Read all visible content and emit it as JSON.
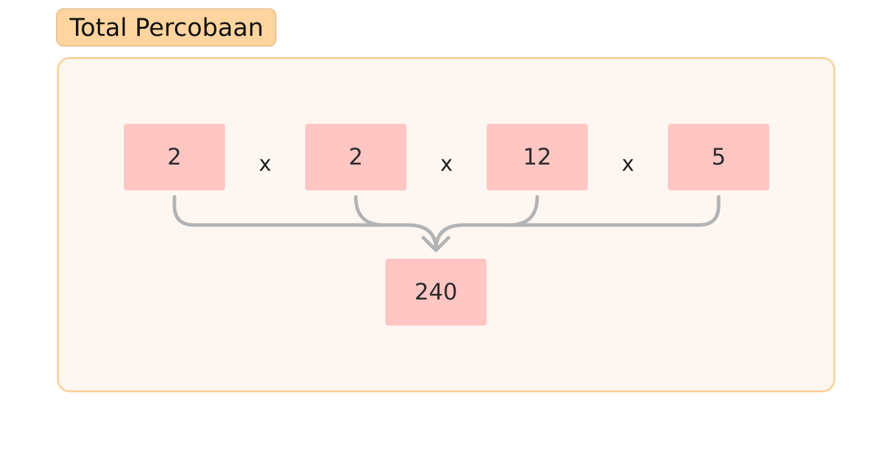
{
  "title": "Total Percobaan",
  "factors": [
    "2",
    "2",
    "12",
    "5"
  ],
  "operators": [
    "x",
    "x",
    "x"
  ],
  "result": "240",
  "colors": {
    "title_fill": "#FFD49E",
    "panel_fill": "#FEF7F1",
    "panel_border": "#F9D3A1",
    "box_fill": "#FFC6C3",
    "connector": "#B3B3B3"
  }
}
